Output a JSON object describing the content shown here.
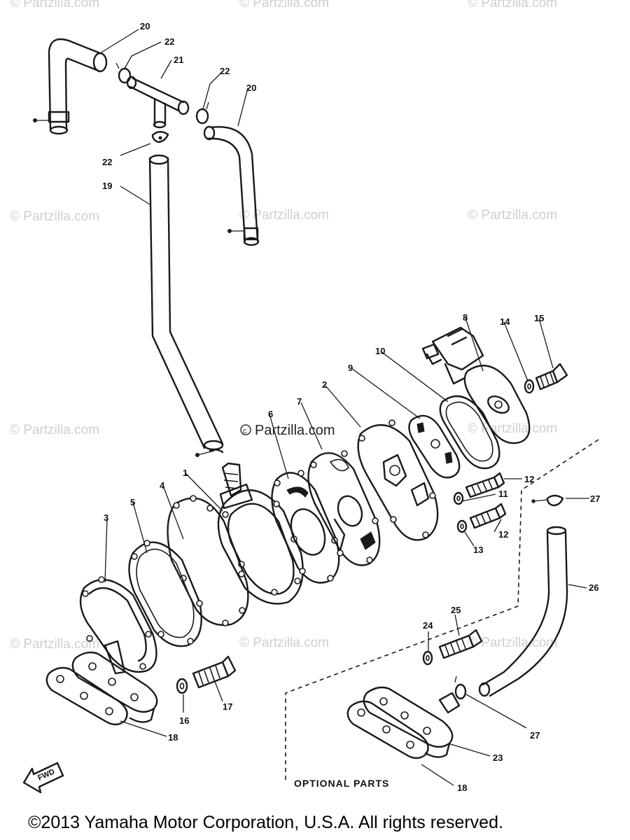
{
  "watermark": "© Partzilla.com",
  "center_watermark": "Partzilla.com",
  "optional_label": "OPTIONAL PARTS",
  "footer": "©2013  Yamaha Motor Corporation, U.S.A. All rights reserved.",
  "fwd_label": "FWD",
  "callouts": {
    "c1": "1",
    "c2": "2",
    "c3": "3",
    "c4": "4",
    "c5": "5",
    "c6": "6",
    "c7": "7",
    "c8": "8",
    "c9": "9",
    "c10": "10",
    "c11": "11",
    "c12a": "12",
    "c12b": "12",
    "c13": "13",
    "c14": "14",
    "c15": "15",
    "c16": "16",
    "c17": "17",
    "c18a": "18",
    "c18b": "18",
    "c19": "19",
    "c20a": "20",
    "c20b": "20",
    "c21": "21",
    "c22a": "22",
    "c22b": "22",
    "c22c": "22",
    "c23": "23",
    "c24": "24",
    "c25": "25",
    "c26": "26",
    "c27a": "27",
    "c27b": "27"
  }
}
